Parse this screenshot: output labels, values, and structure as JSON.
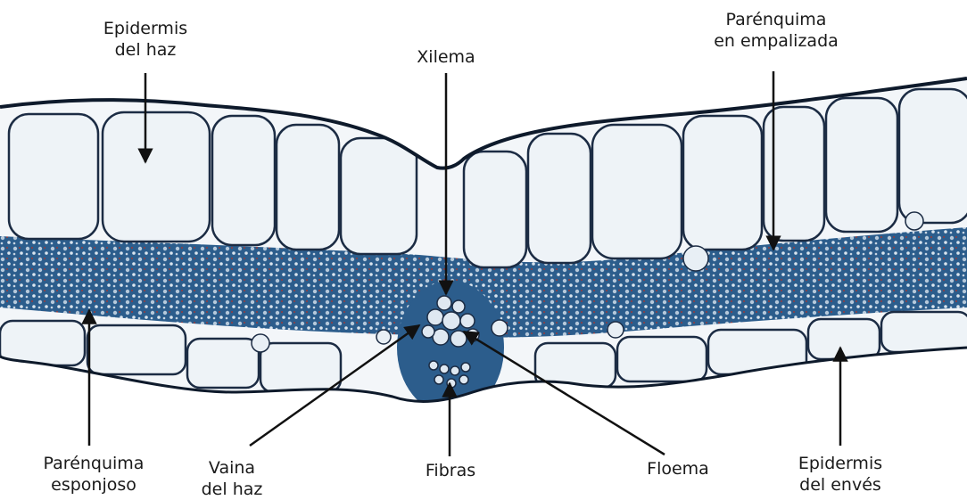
{
  "labels": {
    "epidermis_haz": [
      "Epidermis",
      "del haz"
    ],
    "xilema": [
      "Xilema"
    ],
    "parenquima_empal": [
      "Parénquima",
      "en empalizada"
    ],
    "parenquima_esponj": [
      "Parénquima",
      "esponjoso"
    ],
    "vaina": [
      "Vaina",
      "del haz"
    ],
    "fibras": [
      "Fibras"
    ],
    "floema": [
      "Floema"
    ],
    "epidermis_enves": [
      "Epidermis",
      "del envés"
    ]
  },
  "colors": {
    "tissue_stain": "#2c5d8c",
    "cell_fill": "#eef3f7",
    "cell_wall": "#1c2c44",
    "arrow": "#111111"
  }
}
